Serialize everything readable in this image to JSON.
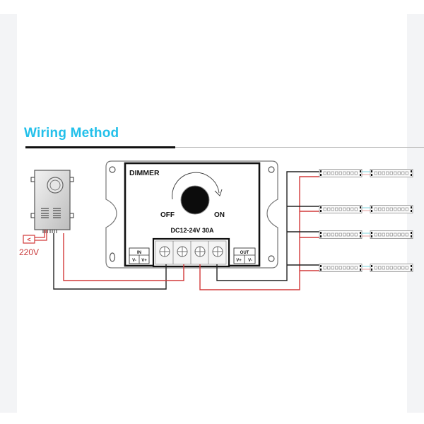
{
  "title": "Wiring Method",
  "power_supply": {
    "input_label": "220V",
    "plug_symbol": "<"
  },
  "dimmer": {
    "name": "DIMMER",
    "off_label": "OFF",
    "on_label": "ON",
    "rating": "DC12-24V 30A",
    "in_block": {
      "title": "IN",
      "terminals": [
        "V-",
        "V+"
      ]
    },
    "out_block": {
      "title": "OUT",
      "terminals": [
        "V+",
        "V-"
      ]
    }
  },
  "led_strips": {
    "rows": 4,
    "segments_per_row": 2
  },
  "colors": {
    "title": "#23c0ea",
    "wire_positive": "#d23a3a",
    "wire_negative": "#111111",
    "link_wire": "#7fd3de"
  }
}
